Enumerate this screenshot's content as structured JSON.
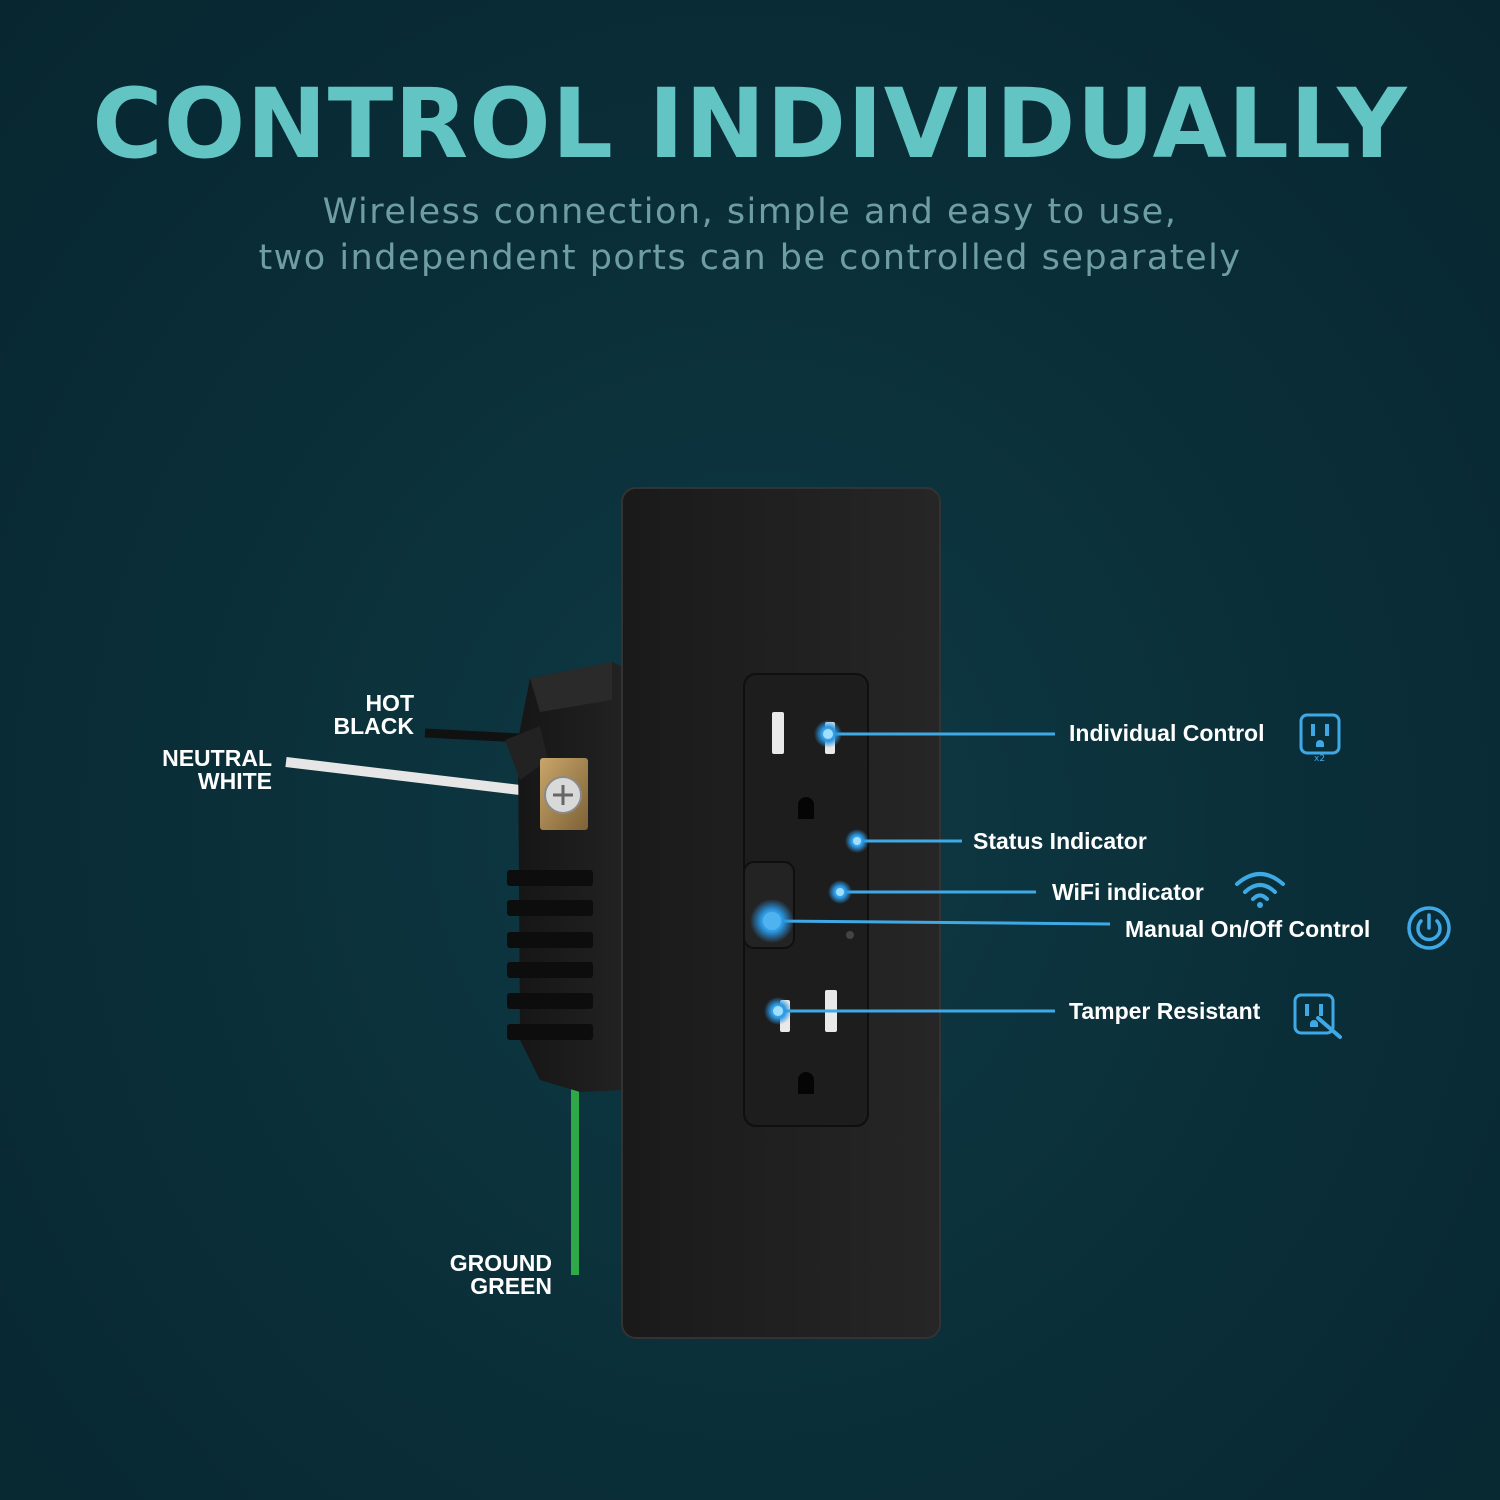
{
  "header": {
    "title": "CONTROL INDIVIDUALLY",
    "subtitle_line1": "Wireless connection, simple and easy to use,",
    "subtitle_line2": "two independent ports can be controlled separately"
  },
  "wires": {
    "hot_line1": "HOT",
    "hot_line2": "BLACK",
    "neutral_line1": "NEUTRAL",
    "neutral_line2": "WHITE",
    "ground_line1": "GROUND",
    "ground_line2": "GREEN"
  },
  "callouts": {
    "individual_control": "Individual Control",
    "status_indicator": "Status Indicator",
    "wifi_indicator": "WiFi indicator",
    "manual_control": "Manual On/Off Control",
    "tamper_resistant": "Tamper Resistant"
  },
  "icons": {
    "outlet_badge": "x2",
    "outlet": "outlet-icon",
    "wifi": "wifi-icon",
    "power": "power-icon",
    "tamper": "tamper-outlet-icon"
  },
  "colors": {
    "background": "#0a2e38",
    "title": "#63c5c3",
    "subtitle": "#6f9ea2",
    "callout_line": "#3fa9e6",
    "ground_wire": "#2fa84a"
  }
}
